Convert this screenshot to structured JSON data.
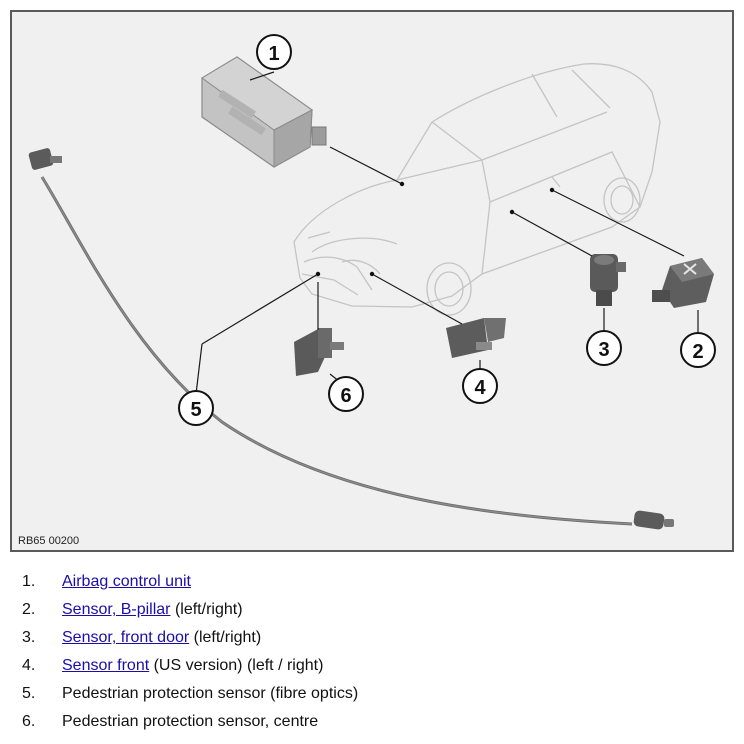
{
  "figure": {
    "id_label": "RB65 00200",
    "callouts": [
      "1",
      "2",
      "3",
      "4",
      "5",
      "6"
    ]
  },
  "legend": [
    {
      "number": "1.",
      "link": "Airbag control unit",
      "suffix": ""
    },
    {
      "number": "2.",
      "link": "Sensor, B-pillar",
      "suffix": " (left/right)"
    },
    {
      "number": "3.",
      "link": "Sensor, front door",
      "suffix": " (left/right)"
    },
    {
      "number": "4.",
      "link": "Sensor front",
      "suffix": " (US version) (left / right)"
    },
    {
      "number": "5.",
      "link": "",
      "suffix": "Pedestrian protection sensor (fibre optics)"
    },
    {
      "number": "6.",
      "link": "",
      "suffix": "Pedestrian protection sensor, centre"
    }
  ],
  "colors": {
    "link": "#1a0dab",
    "background": "#f0f0f0",
    "frame": "#5a5a5a"
  }
}
